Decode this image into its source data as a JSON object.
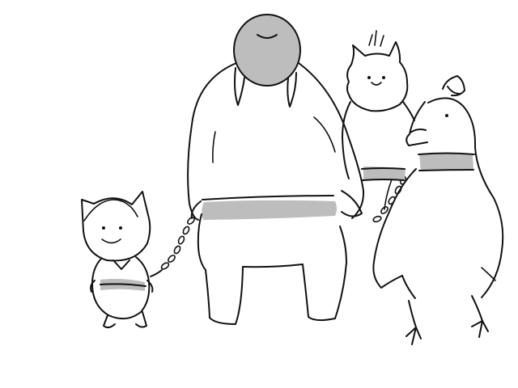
{
  "scene": {
    "background_color": "#ffffff",
    "ink_color": "#111111",
    "band_color": "#bdbdbd",
    "figures": [
      {
        "name": "small-cat-character",
        "icon": "small-cat-figure"
      },
      {
        "name": "tall-hooded-character",
        "icon": "tall-round-figure"
      },
      {
        "name": "fluffy-cat-character",
        "icon": "fluffy-cat-figure"
      },
      {
        "name": "duck-character",
        "icon": "duck-figure"
      }
    ]
  }
}
